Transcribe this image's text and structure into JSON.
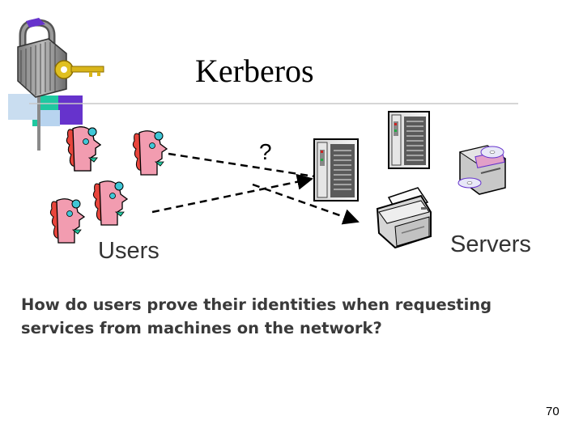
{
  "slide": {
    "title": "Kerberos",
    "question_mark": "?",
    "users_label": "Users",
    "servers_label": "Servers",
    "body": "How do users prove their identities when requesting services from machines on the network?",
    "page_number": "70"
  },
  "icons": {
    "lock": "padlock-with-key",
    "user": "person-head-profile",
    "server": "server-tower",
    "printer": "printer",
    "cd_drive": "cd-drive-with-discs"
  },
  "colors": {
    "accent_purple": "#6633cc",
    "accent_teal": "#1fc8a0",
    "face_pink": "#f29cb0",
    "hair_red": "#e8453c",
    "eye_cyan": "#3fc6d6",
    "text_gray": "#3a3a3a"
  }
}
